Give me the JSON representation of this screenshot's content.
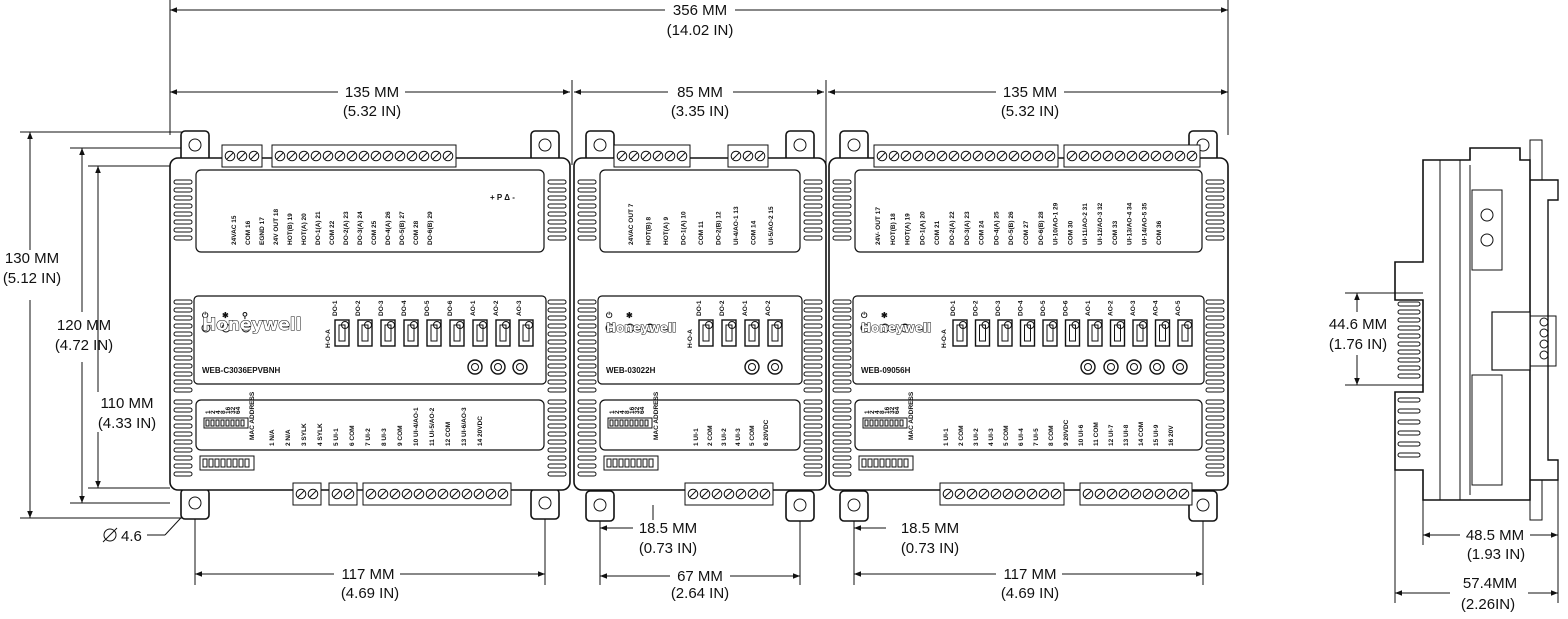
{
  "dimensions": {
    "overall_width": {
      "mm": "356 MM",
      "in": "(14.02 IN)"
    },
    "module_left_width": {
      "mm": "135 MM",
      "in": "(5.32 IN)"
    },
    "module_mid_width": {
      "mm": "85 MM",
      "in": "(3.35 IN)"
    },
    "module_right_width": {
      "mm": "135 MM",
      "in": "(5.32 IN)"
    },
    "height_130": {
      "mm": "130 MM",
      "in": "(5.12 IN)"
    },
    "height_120": {
      "mm": "120 MM",
      "in": "(4.72 IN)"
    },
    "height_110": {
      "mm": "110 MM",
      "in": "(4.33 IN)"
    },
    "hole_diameter": "4.6",
    "left_hole_spacing": {
      "mm": "117 MM",
      "in": "(4.69 IN)"
    },
    "mid_hole_offset": {
      "mm": "18.5 MM",
      "in": "(0.73 IN)"
    },
    "mid_hole_spacing": {
      "mm": "67 MM",
      "in": "(2.64 IN)"
    },
    "right_hole_offset": {
      "mm": "18.5 MM",
      "in": "(0.73 IN)"
    },
    "right_hole_spacing": {
      "mm": "117 MM",
      "in": "(4.69 IN)"
    },
    "side_height": {
      "mm": "44.6 MM",
      "in": "(1.76 IN)"
    },
    "side_depth_1": {
      "mm": "48.5 MM",
      "in": "(1.93 IN)"
    },
    "side_depth_2": {
      "mm": "57.4MM",
      "in": "(2.26IN)"
    }
  },
  "modules": {
    "left": {
      "brand": "Honeywell",
      "model": "WEB-C3036EPVBNH",
      "top_labels": [
        "24VAC 15",
        "COM 16",
        "EGND 17",
        "24V OUT 18",
        "HOT(B) 19",
        "HOT(A) 20",
        "DO-1(A) 21",
        "COM 22",
        "DO-2(A) 23",
        "DO-3(A) 24",
        "COM 25",
        "DO-4(A) 26",
        "DO-5(B) 27",
        "COM 28",
        "DO-6(B) 29"
      ],
      "do_labels": [
        "DO-1",
        "DO-2",
        "DO-3",
        "DO-4",
        "DO-5",
        "DO-6",
        "AO-1",
        "AO-2",
        "AO-3"
      ],
      "hoa": "H-O-A",
      "pda": "+ P Δ -",
      "bottom_labels": [
        "1 N/A",
        "2 N/A",
        "3 SYLK",
        "4 SYLK",
        "5 UI-1",
        "6 COM",
        "7 UI-2",
        "8 UI-3",
        "9 COM",
        "10 UI-4/AO-1",
        "11 UI-5/AO-2",
        "12 COM",
        "13 UI-6/AO-3",
        "14 20VDC"
      ],
      "mac": "MAC ADDRESS"
    },
    "mid": {
      "brand": "Honeywell",
      "model": "WEB-03022H",
      "top_labels": [
        "24VAC OUT 7",
        "HOT(B) 8",
        "HOT(A) 9",
        "DO-1(A) 10",
        "COM 11",
        "DO-2(B) 12",
        "UI-4/AO-1 13",
        "COM 14",
        "UI-5/AO-2 15"
      ],
      "do_labels": [
        "DO-1",
        "DO-2",
        "AO-1",
        "AO-2"
      ],
      "hoa": "H-O-A",
      "bottom_labels": [
        "1 UI-1",
        "2 COM",
        "3 UI-2",
        "4 UI-3",
        "5 COM",
        "6 20VDC"
      ],
      "mac": "MAC ADDRESS"
    },
    "right": {
      "brand": "Honeywell",
      "model": "WEB-09056H",
      "top_labels": [
        "24V- OUT 17",
        "HOT(B) 18",
        "HOT(A) 19",
        "DO-1(A) 20",
        "COM 21",
        "DO-2(A) 22",
        "DO-3(A) 23",
        "COM 24",
        "DO-4(A) 25",
        "DO-5(B) 26",
        "COM 27",
        "DO-6(B) 28",
        "UI-10/AO-1 29",
        "COM 30",
        "UI-11/AO-2 31",
        "UI-12/AO-3 32",
        "COM 33",
        "UI-13/AO-4 34",
        "UI-14/AO-5 35",
        "COM 36"
      ],
      "do_labels": [
        "DO-1",
        "DO-2",
        "DO-3",
        "DO-4",
        "DO-5",
        "DO-6",
        "AO-1",
        "AO-2",
        "AO-3",
        "AO-4",
        "AO-5"
      ],
      "hoa": "H-O-A",
      "bottom_labels": [
        "1 UI-1",
        "2 COM",
        "3 UI-2",
        "4 UI-3",
        "5 COM",
        "6 UI-4",
        "7 UI-5",
        "8 COM",
        "9 20VDC",
        "10 UI-6",
        "11 COM",
        "12 UI-7",
        "13 UI-8",
        "14 COM",
        "15 UI-9",
        "16 20V"
      ],
      "mac": "MAC ADDRESS"
    }
  },
  "colors": {
    "line": "#111111",
    "background": "#ffffff"
  }
}
